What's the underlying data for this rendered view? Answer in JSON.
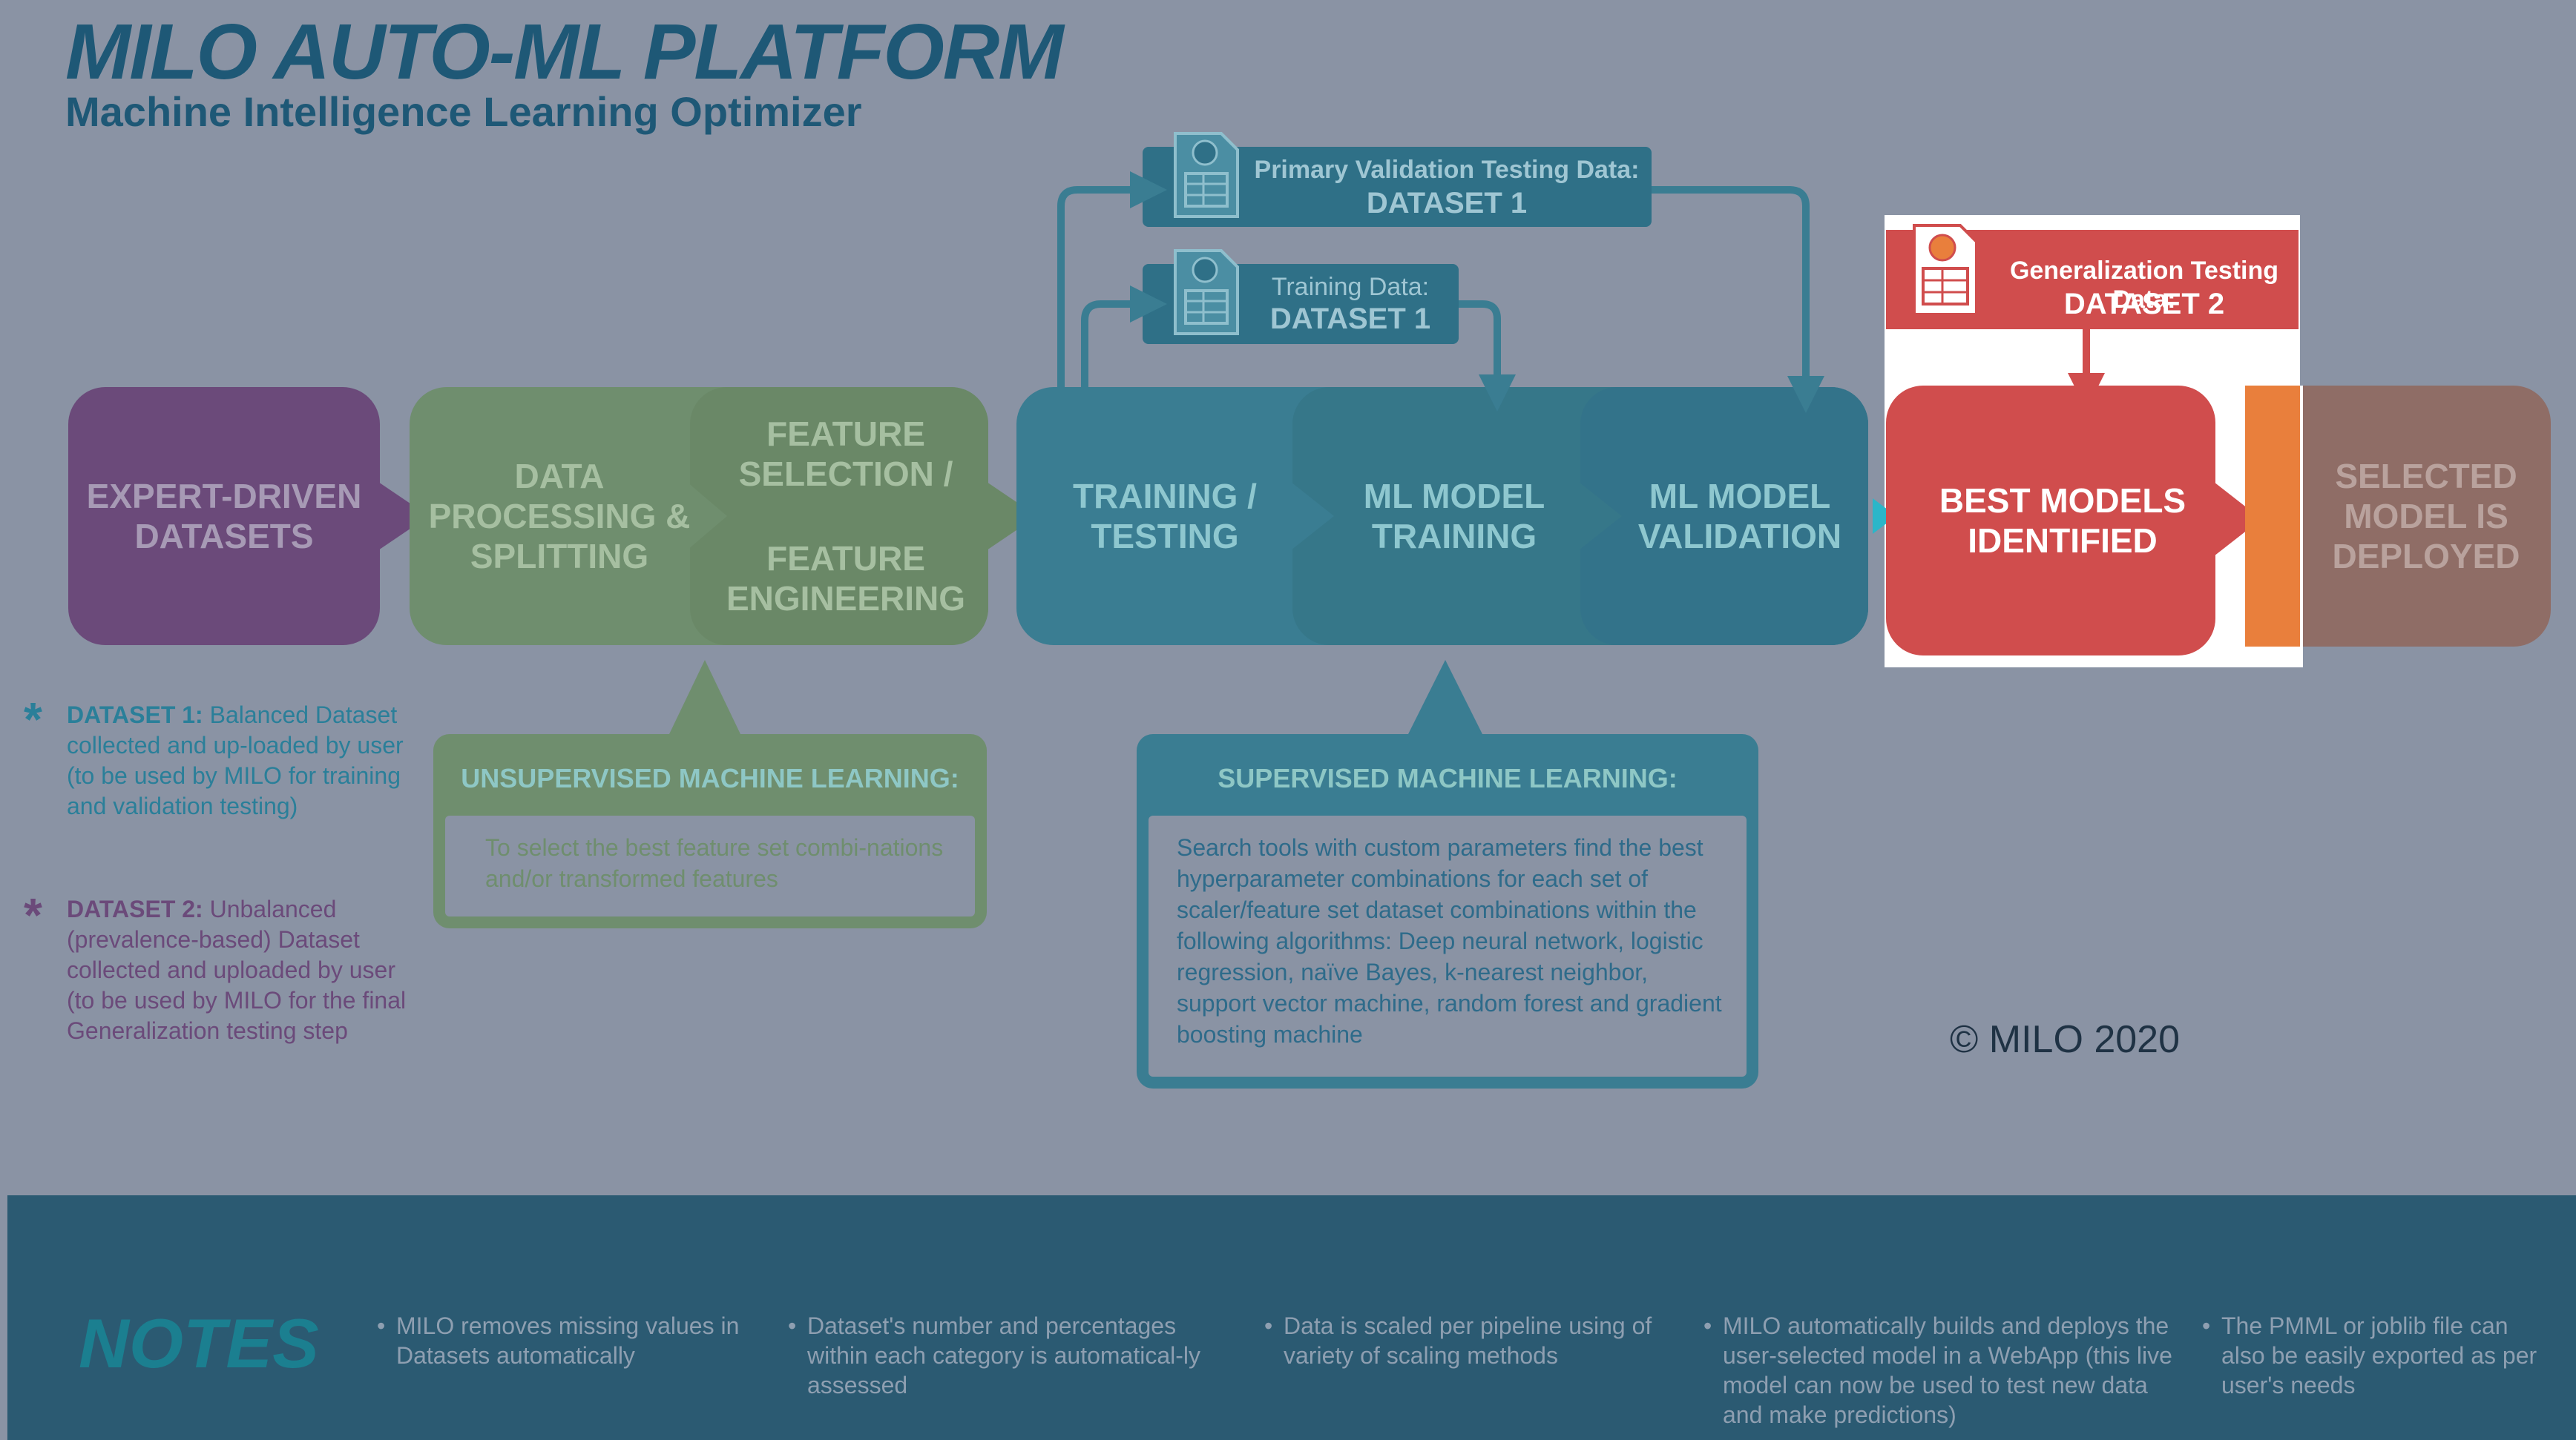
{
  "header": {
    "title": "MILO AUTO-ML PLATFORM",
    "subtitle": "Machine Intelligence Learning Optimizer"
  },
  "stages": {
    "expert": "EXPERT-DRIVEN DATASETS",
    "processing": "DATA PROCESSING & SPLITTING",
    "feature_a": "FEATURE SELECTION /",
    "feature_b": "FEATURE ENGINEERING",
    "training_testing": "TRAINING / TESTING",
    "model_training": "ML MODEL TRAINING",
    "model_validation": "ML MODEL VALIDATION",
    "best_models": "BEST MODELS IDENTIFIED",
    "deployed": "SELECTED MODEL IS DEPLOYED"
  },
  "data_boxes": {
    "primary_label": "Primary Validation Testing Data:",
    "primary_name": "DATASET 1",
    "training_label": "Training Data:",
    "training_name": "DATASET 1",
    "generalization_label": "Generalization Testing Data:",
    "generalization_name": "DATASET 2"
  },
  "legend": {
    "d1_title": "DATASET 1:",
    "d1_text": "Balanced Dataset collected and up-loaded by user (to be used by MILO for training and validation testing)",
    "d2_title": "DATASET 2:",
    "d2_text": "Unbalanced (prevalence-based) Dataset collected and uploaded by user (to be used by MILO for the final Generalization testing step"
  },
  "panels": {
    "unsupervised_head": "UNSUPERVISED MACHINE LEARNING:",
    "unsupervised_body": "To select the best feature set combi-nations and/or transformed features",
    "supervised_head": "SUPERVISED MACHINE LEARNING:",
    "supervised_body": "Search tools with custom parameters find the best hyperparameter combinations for each set of scaler/feature set dataset combinations within the following algorithms: Deep neural network, logistic regression, naïve Bayes, k-nearest neighbor, support vector machine, random forest and gradient boosting machine"
  },
  "copyright": "© MILO 2020",
  "notes": {
    "title": "NOTES",
    "items": [
      "MILO removes missing values in Datasets automatically",
      "Dataset's number and percentages within each category is automatical-ly assessed",
      "Data is scaled per pipeline using of variety of scaling methods",
      "MILO automatically builds and deploys the user-selected model in a WebApp (this live model can now be used to test new data and make predictions)",
      "The PMML or joblib file can also be easily exported as per user's needs"
    ]
  },
  "colors": {
    "background": "#8a93a4",
    "purple": "#6b4a7a",
    "green": "#6f8e6e",
    "teal": "#3a7d92",
    "red": "#d04d4d",
    "orange": "#e97f3c",
    "brown": "#8f6d66",
    "navy": "#1e5876"
  },
  "icons": [
    "document-chart-icon",
    "arrow-right-icon",
    "arrow-down-icon",
    "asterisk-icon"
  ]
}
